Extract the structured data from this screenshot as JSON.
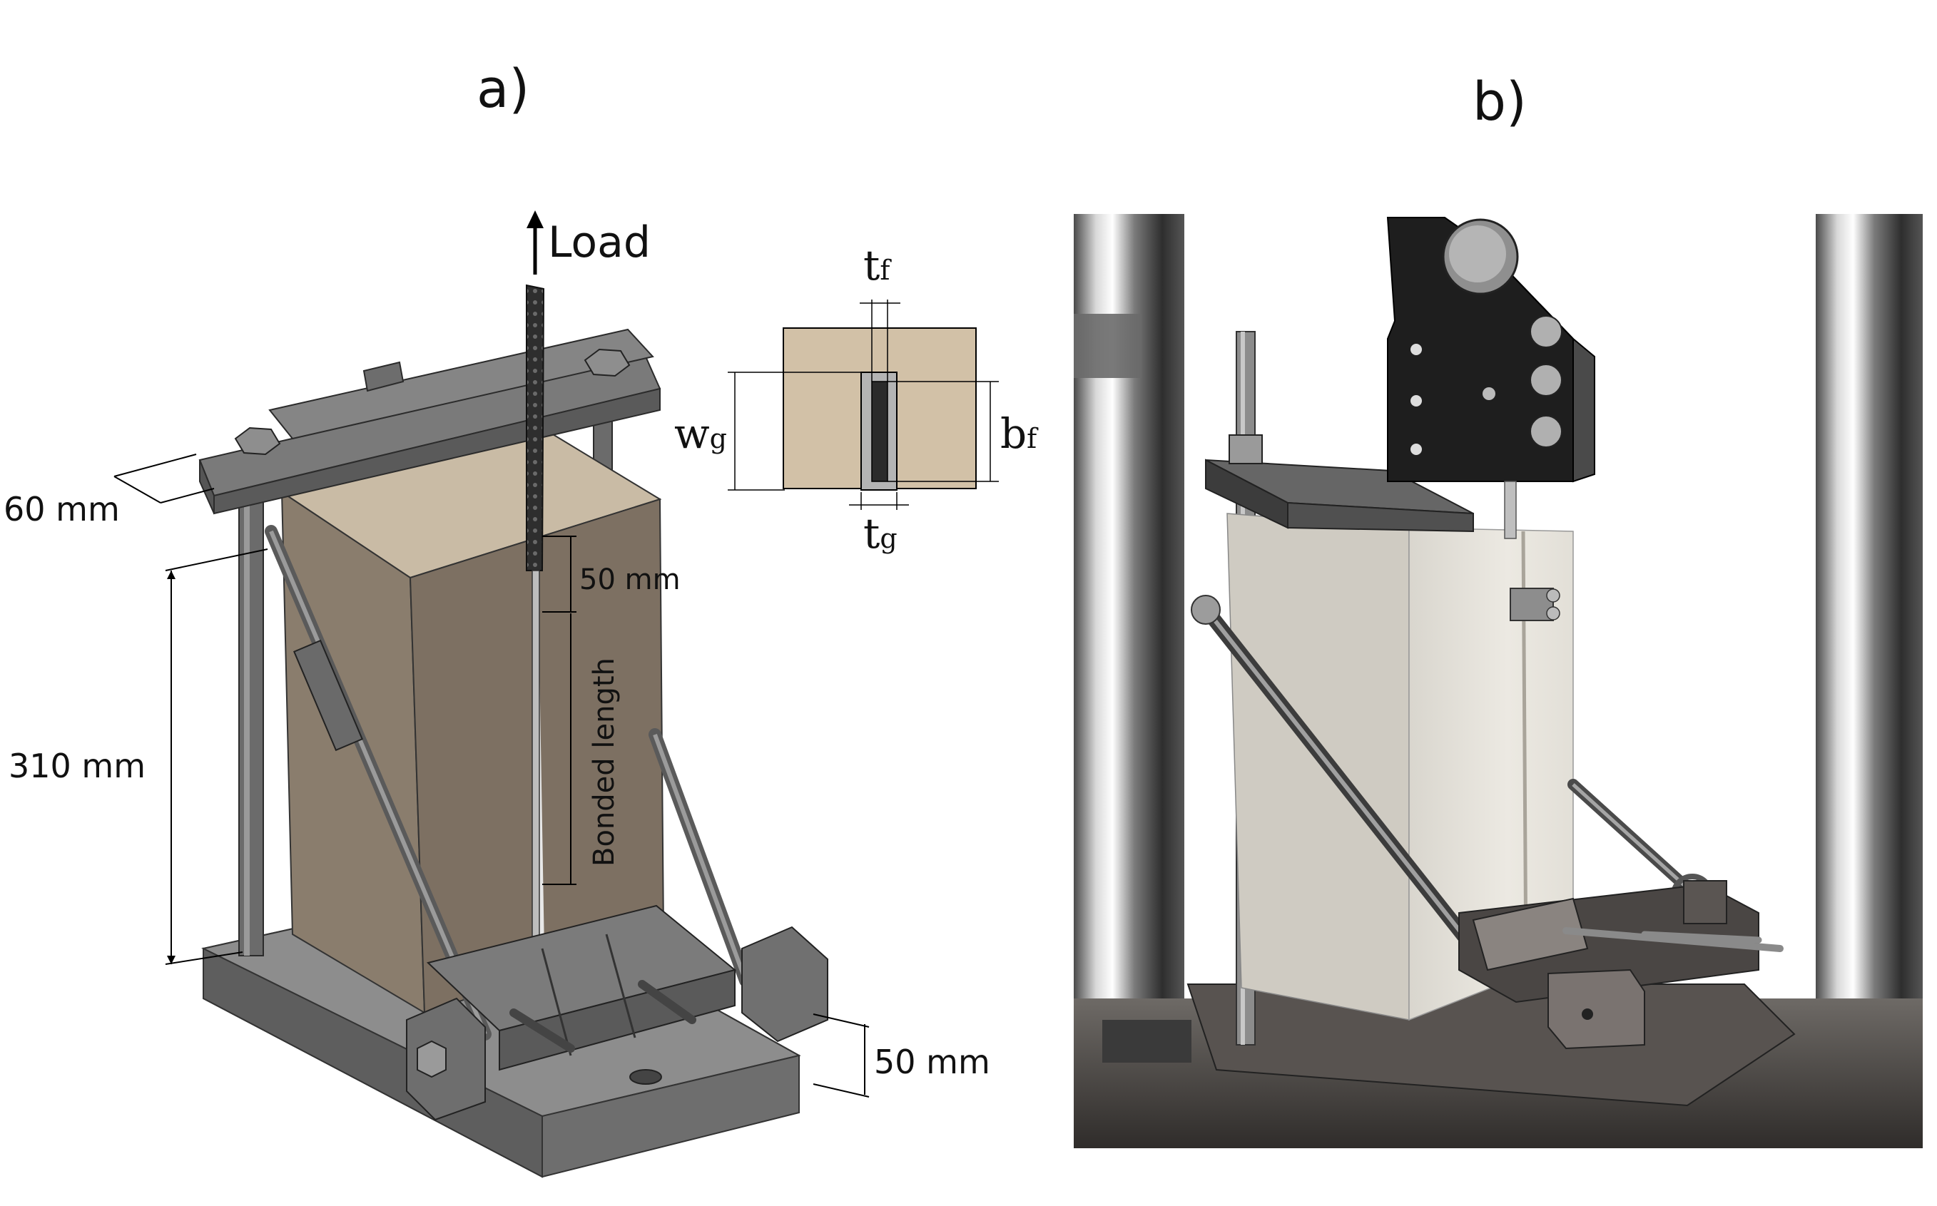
{
  "panels": {
    "a": {
      "letter": "a)"
    },
    "b": {
      "letter": "b)"
    }
  },
  "drawing": {
    "load_label": "Load",
    "dim_top": "60 mm",
    "dim_height": "310 mm",
    "dim_embed": "50 mm",
    "dim_bonded": "Bonded length",
    "dim_base": "50 mm"
  },
  "section": {
    "tf": "t",
    "tf_sub": "f",
    "bf": "b",
    "bf_sub": "f",
    "wg": "w",
    "wg_sub": "g",
    "tg": "t",
    "tg_sub": "g"
  },
  "colors": {
    "concrete_front": "#8a7d6d",
    "concrete_side": "#7a6e60",
    "concrete_top": "#c9bba5",
    "steel": "#6b6b6b",
    "steel_dark": "#4a4a4a",
    "steel_light": "#9a9a9a",
    "section_bg": "#d2c1a7"
  }
}
